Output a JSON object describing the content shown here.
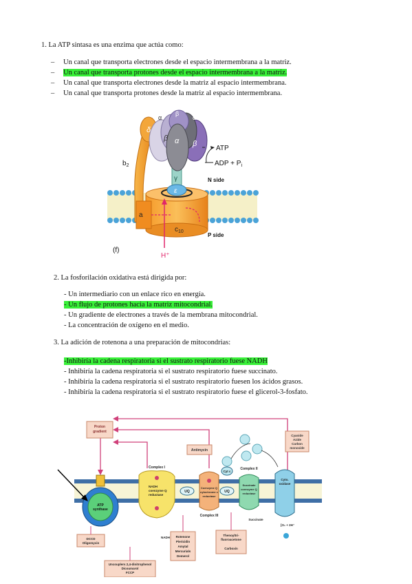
{
  "q1": {
    "title": "1. La ATP sintasa es una enzima que actúa como:",
    "options": [
      {
        "dash": "–",
        "text": "Un canal que transporta electrones desde el espacio intermembrana a la matriz."
      },
      {
        "dash": "–",
        "text": "Un canal que transporta protones desde el espacio intermembrana a la matriz."
      },
      {
        "dash": "–",
        "text": "Un canal que transporta electrones desde la matriz al espacio intermembrana."
      },
      {
        "dash": "–",
        "text": "Un canal que transporta protones desde la matriz al espacio intermembrana."
      }
    ]
  },
  "figure1": {
    "delta": "δ",
    "alpha": "α",
    "beta": "β",
    "b2": "b",
    "b2_sub": "2",
    "atp": "ATP",
    "adp": "ADP + P",
    "adp_sub": "i",
    "gamma": "γ",
    "epsilon": "ε",
    "n_side": "N side",
    "p_side": "P side",
    "a": "a",
    "c10": "c",
    "c10_sub": "10",
    "panel": "(f)",
    "hplus": "H⁺"
  },
  "q2": {
    "title": "2.   La fosforilación oxidativa está dirigida por:",
    "options": [
      "- Un intermediario con un enlace rico en energía.",
      "- Un flujo de protones hacia la matriz mitocondrial.",
      "- Un gradiente de electrones a través de la membrana mitocondrial.",
      "-  La concentración de oxígeno en el medio."
    ]
  },
  "q3": {
    "title": "3.   La adición de rotenona a una preparación de mitocondrias:",
    "options": [
      "-Inhibiría la cadena respiratoria si el sustrato respiratorio fuese NADH",
      "- Inhibiría la cadena respiratoria si el sustrato respiratorio fuese succinato.",
      "- Inhibiría la cadena respiratoria si el sustrato respiratorio fuesen los ácidos grasos.",
      "- Inhibiría la cadena respiratoria si el sustrato respiratorio fuese el glicerol-3-fosfato."
    ]
  },
  "figure2": {
    "proton_gradient": [
      "Proton",
      "gradient"
    ],
    "antimycin": "Antimycin",
    "cyanide": [
      "Cyanide",
      "Azide",
      "Carbon",
      "monoxide"
    ],
    "complex1": "Complex I",
    "complex2": "Complex II",
    "complex3": "Complex III",
    "nadh_box": [
      "NADH",
      "coenzyme Q",
      "reductase"
    ],
    "uq": "UQ",
    "coq_box": [
      "Coenzyme Q",
      "cytochrome c",
      "reductase"
    ],
    "succ_box": [
      "Succinate",
      "coenzyme Q",
      "reductase"
    ],
    "cytc": "Cyt c",
    "cyto_ox": [
      "Cyto.",
      "oxidase"
    ],
    "atp_synthase": [
      "ATP",
      "synthase"
    ],
    "succinate": "Succinate",
    "nadh": "NADH",
    "oxygen": "[O₂ + 2H⁺",
    "dccd": [
      "DCCD",
      "Oligomycin"
    ],
    "uncouplers": [
      "Uncouplers 2,4-dinitrophenol",
      "Dicoumarol",
      "FCCP"
    ],
    "rotenone": [
      "Rotenone",
      "Piericidin",
      "Amytal",
      "Mercurials",
      "Demerol"
    ],
    "thenoyl": [
      "Thenoyltri-",
      "fluoroacetone",
      "",
      "Carboxin"
    ]
  }
}
